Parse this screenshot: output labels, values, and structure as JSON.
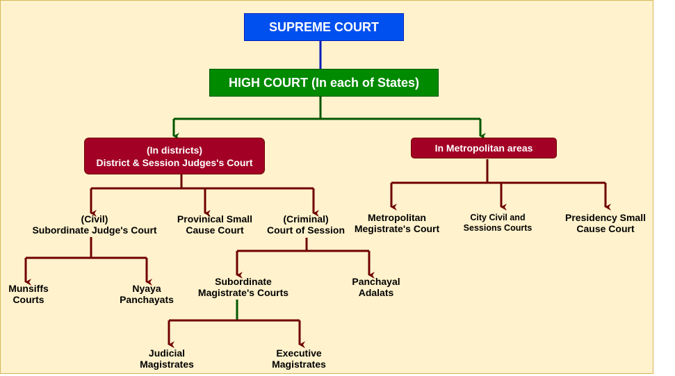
{
  "colors": {
    "supreme": "#0050ef",
    "high": "#008a00",
    "lower": "#a20025",
    "blue_line": "#001dbc",
    "green_line": "#005700",
    "red_line": "#6f0000",
    "background": "#fff2cc"
  },
  "boxes": {
    "supreme": "SUPREME COURT",
    "high": "HIGH COURT (In each of States)",
    "district_line1": "(In districts)",
    "district_line2": "District & Session Judges's Court",
    "metro": "In Metropolitan areas"
  },
  "labels": {
    "civil_1": "(Civil)",
    "civil_2": "Subordinate Judge's Court",
    "provincial_1": "Provinical Small",
    "provincial_2": "Cause Court",
    "criminal_1": "(Criminal)",
    "criminal_2": "Court of Session",
    "metro_mag_1": "Metropolitan",
    "metro_mag_2": "Megistrate's Court",
    "city_1": "City Civil and",
    "city_2": "Sessions Courts",
    "presidency_1": "Presidency Small",
    "presidency_2": "Cause Court",
    "munsiffs_1": "Munsiffs",
    "munsiffs_2": "Courts",
    "nyaya_1": "Nyaya",
    "nyaya_2": "Panchayats",
    "submag_1": "Subordinate",
    "submag_2": "Magistrate's Courts",
    "panchayal_1": "Panchayal",
    "panchayal_2": "Adalats",
    "judicial_1": "Judicial",
    "judicial_2": "Magistrates",
    "executive_1": "Executive",
    "executive_2": "Magistrates"
  }
}
